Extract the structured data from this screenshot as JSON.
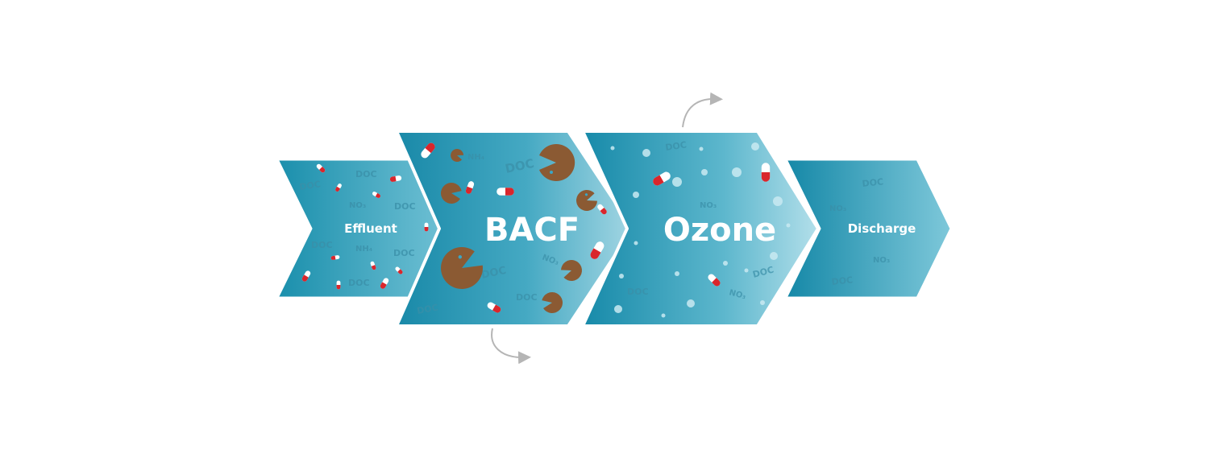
{
  "stages": [
    {
      "id": "effluent",
      "label": "Effluent"
    },
    {
      "id": "bacf",
      "label": "BACF"
    },
    {
      "id": "ozone",
      "label": "Ozone"
    },
    {
      "id": "discharge",
      "label": "Discharge"
    }
  ],
  "faint_labels": {
    "effluent": [
      "DOC",
      "DOC",
      "NO₃",
      "DOC",
      "DOC",
      "NH₄",
      "DOC",
      "DOC"
    ],
    "bacf": [
      "NH₄",
      "DOC",
      "NO₃",
      "DOC",
      "DOC",
      "DOC"
    ],
    "ozone": [
      "DOC",
      "NO₃",
      "DOC",
      "DOC",
      "NO₃"
    ],
    "discharge": [
      "DOC",
      "NO₃",
      "NO₃",
      "DOC"
    ]
  },
  "colors": {
    "arrow_dark": "#1890ad",
    "arrow_light": "#a6d8e4",
    "capsule_red": "#d9262c",
    "capsule_white": "#ffffff",
    "bacteria": "#8b5a33",
    "bubble": "#c9eaf2",
    "flow_arrow": "#b5b5b5",
    "faint_text": "#3a8fa8"
  }
}
